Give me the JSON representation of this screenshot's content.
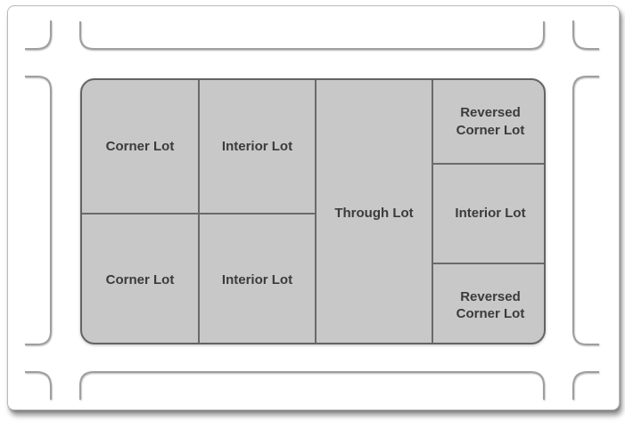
{
  "lots": [
    {
      "id": "corner-lot-upper",
      "label": "Corner Lot"
    },
    {
      "id": "interior-lot-upper",
      "label": "Interior Lot"
    },
    {
      "id": "corner-lot-lower",
      "label": "Corner Lot"
    },
    {
      "id": "interior-lot-lower",
      "label": "Interior Lot"
    },
    {
      "id": "through-lot",
      "label": "Through Lot"
    },
    {
      "id": "reversed-corner-lot-upper",
      "label": "Reversed Corner Lot"
    },
    {
      "id": "interior-lot-right",
      "label": "Interior Lot"
    },
    {
      "id": "reversed-corner-lot-lower",
      "label": "Reversed Corner Lot"
    }
  ],
  "colors": {
    "page_background": "#ffffff",
    "page_border": "#b9b9b9",
    "block_fill": "#c8c8c8",
    "block_border": "#646464",
    "lot_divider": "#6a6a6a",
    "street_curb_line": "#9e9e9e",
    "label_text": "#3b3b3b"
  }
}
